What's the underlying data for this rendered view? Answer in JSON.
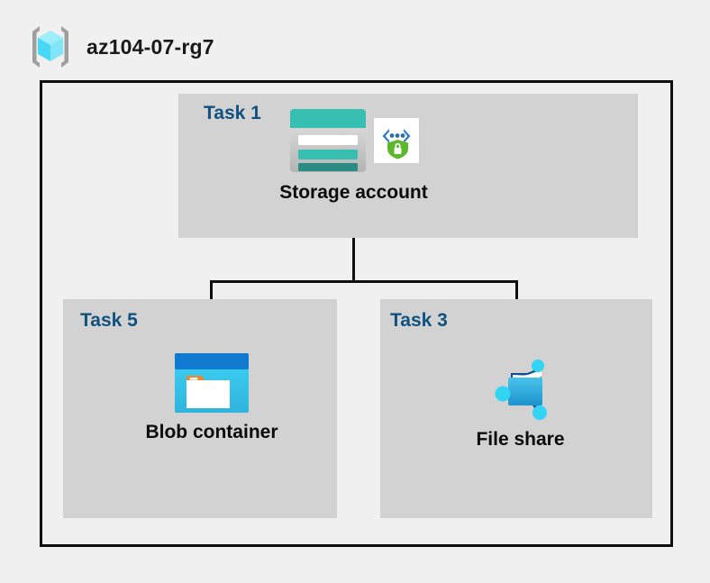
{
  "header": {
    "icon": "resource-group-cube-icon",
    "title": "az104-07-rg7"
  },
  "diagram": {
    "type": "azure-architecture-hierarchy",
    "container_label": "az104-07-rg7",
    "panels": [
      {
        "id": "task1",
        "task_label": "Task 1",
        "node_caption": "Storage account",
        "icons": [
          "storage-account-icon",
          "secure-endpoint-shield-icon"
        ]
      },
      {
        "id": "task5",
        "task_label": "Task 5",
        "node_caption": "Blob container",
        "icons": [
          "blob-container-icon"
        ]
      },
      {
        "id": "task3",
        "task_label": "Task 3",
        "node_caption": "File share",
        "icons": [
          "file-share-icon"
        ]
      }
    ],
    "connections": [
      {
        "from": "Storage account",
        "to": "Blob container"
      },
      {
        "from": "Storage account",
        "to": "File share"
      }
    ]
  },
  "colors": {
    "background": "#f0f0f0",
    "panel": "#d2d2d2",
    "frame_line": "#0f0f0f",
    "task_label": "#10517f",
    "caption": "#0a0a0a",
    "storage_teal": "#37bfb1",
    "storage_teal_dark": "#2a8c82",
    "blob_blue": "#0f7ad0",
    "blob_cyan": "#32c8f0",
    "blob_orange": "#f0872a",
    "fileshare_blue": "#32aee0",
    "fileshare_node": "#32d4f5",
    "shield_green": "#5cb82a",
    "cube_cyan": "#7fe5f7",
    "bracket_gray": "#9e9e9e"
  }
}
